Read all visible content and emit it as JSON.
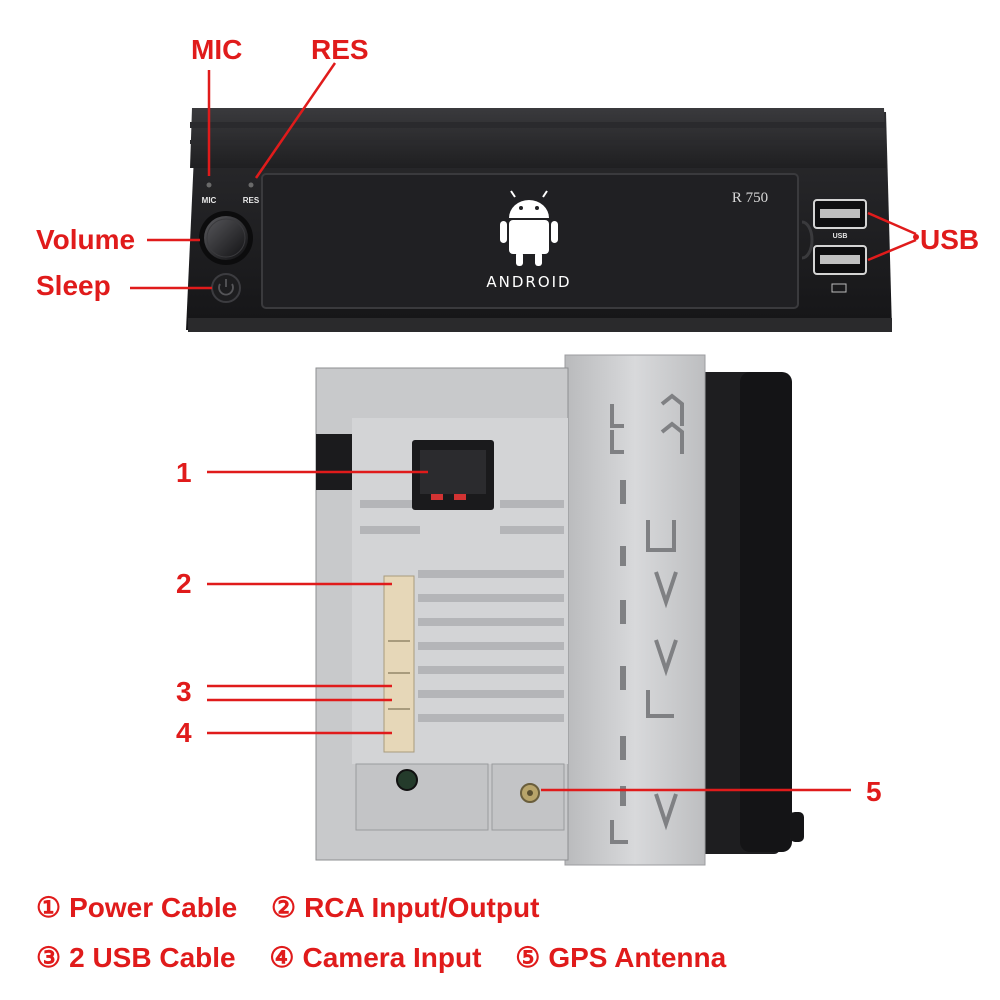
{
  "front_panel": {
    "model": "R 750",
    "android_logo_text": "ANDROID",
    "mic_small_label": "MIC",
    "res_small_label": "RES",
    "usb_small_label": "USB"
  },
  "callouts": {
    "mic": "MIC",
    "res": "RES",
    "volume": "Volume",
    "sleep": "Sleep",
    "usb": "USB",
    "n1": "1",
    "n2": "2",
    "n3": "3",
    "n4": "4",
    "n5": "5"
  },
  "legend": {
    "row1": [
      {
        "mark": "①",
        "label": "Power Cable"
      },
      {
        "mark": "②",
        "label": "RCA Input/Output"
      }
    ],
    "row2": [
      {
        "mark": "③",
        "label": "2 USB Cable"
      },
      {
        "mark": "④",
        "label": "Camera Input"
      },
      {
        "mark": "⑤",
        "label": "GPS Antenna"
      }
    ]
  },
  "colors": {
    "callout_red": "#e01b1b",
    "panel_black": "#1b1b1d",
    "chassis_silver": "#c9cacc"
  }
}
